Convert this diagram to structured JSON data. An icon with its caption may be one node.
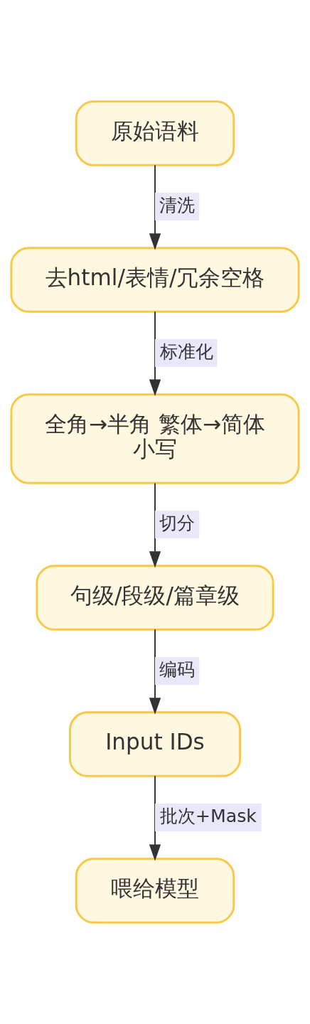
{
  "diagram": {
    "nodes": [
      {
        "text": [
          "原始语料"
        ]
      },
      {
        "text": [
          "去html/表情/冗余空格"
        ]
      },
      {
        "text": [
          "全角→半角 繁体→简体小写"
        ]
      },
      {
        "text": [
          "句级/段级/篇章级"
        ]
      },
      {
        "text": [
          "Input IDs"
        ]
      },
      {
        "text": [
          "喂给模型"
        ]
      }
    ],
    "edges": [
      {
        "from": 0,
        "to": 1,
        "arrow": "to",
        "label": "清洗"
      },
      {
        "from": 1,
        "to": 2,
        "arrow": "to",
        "label": "标准化"
      },
      {
        "from": 2,
        "to": 3,
        "arrow": "to",
        "label": "切分"
      },
      {
        "from": 3,
        "to": 4,
        "arrow": "to",
        "label": "编码"
      },
      {
        "from": 4,
        "to": 5,
        "arrow": "to",
        "label": "批次+Mask"
      }
    ]
  }
}
